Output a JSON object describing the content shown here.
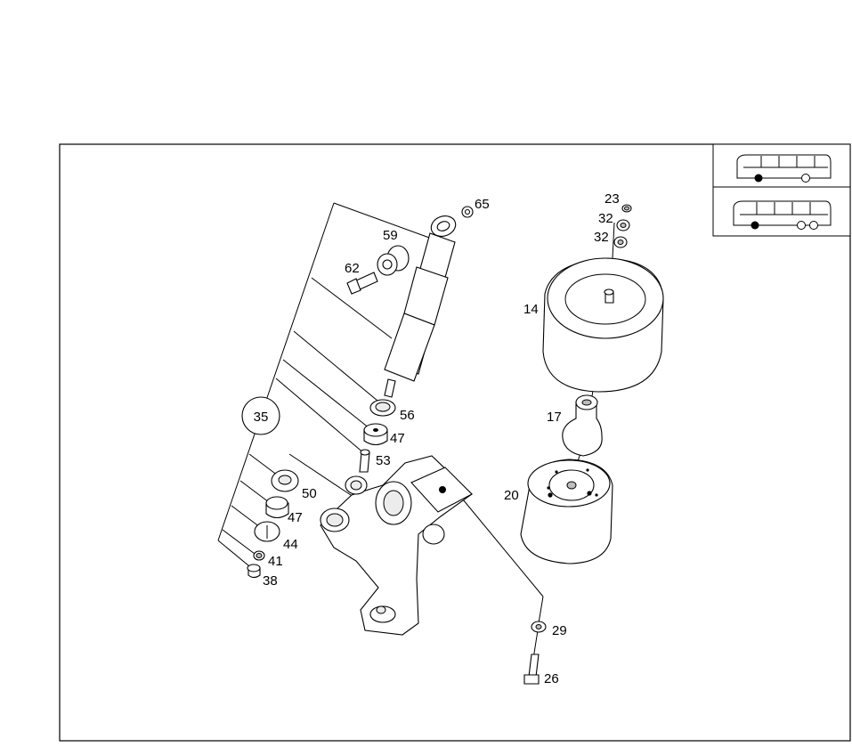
{
  "diagram": {
    "callout_main": "35",
    "labels": {
      "p14": "14",
      "p17": "17",
      "p20": "20",
      "p23": "23",
      "p32a": "32",
      "p32b": "32",
      "p65": "65",
      "p59": "59",
      "p62": "62",
      "p56": "56",
      "p47a": "47",
      "p53": "53",
      "p50": "50",
      "p47b": "47",
      "p44": "44",
      "p41": "41",
      "p38": "38",
      "p29": "29",
      "p26": "26"
    },
    "vehicle_icons": [
      "coach-2-axle-icon",
      "coach-3-axle-icon"
    ]
  }
}
